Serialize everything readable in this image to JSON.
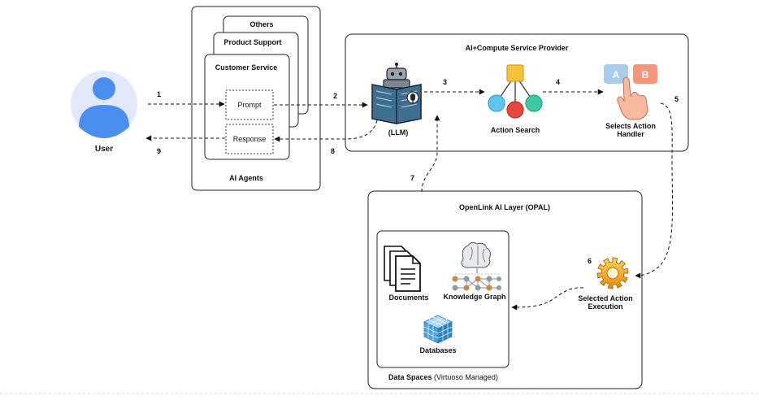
{
  "user": {
    "label": "User"
  },
  "agents": {
    "title": "AI Agents",
    "cards": {
      "back": "Others",
      "middle": "Product Support",
      "front": "Customer Service"
    },
    "prompt": "Prompt",
    "response": "Response"
  },
  "provider": {
    "title": "AI+Compute Service Provider",
    "llm": "(LLM)",
    "action_search": "Action Search",
    "handler_line1": "Selects Action",
    "handler_line2": "Handler",
    "handler_keys": [
      "A",
      "B"
    ]
  },
  "opal": {
    "title": "OpenLink AI Layer (OPAL)",
    "exec_line1": "Selected Action",
    "exec_line2": "Execution",
    "spaces": {
      "documents": "Documents",
      "knowledge_graph": "Knowledge Graph",
      "databases": "Databases",
      "caption_bold": "Data Spaces",
      "caption_rest": " (Virtuoso Managed)"
    }
  },
  "steps": [
    "1",
    "2",
    "3",
    "4",
    "5",
    "6",
    "7",
    "8",
    "9"
  ],
  "colors": {
    "user_avatar": "#4a8ff0",
    "user_bg": "#e3e9fb",
    "robot_book": "#3e6f91",
    "node_top": "#f5c33b",
    "node_left": "#5fc5ee",
    "node_middle": "#e8473f",
    "node_right": "#3fc6a3",
    "key_a": "#a9cdee",
    "key_b": "#f5967a",
    "gear": "#f0a928",
    "database": "#4aa3df"
  }
}
